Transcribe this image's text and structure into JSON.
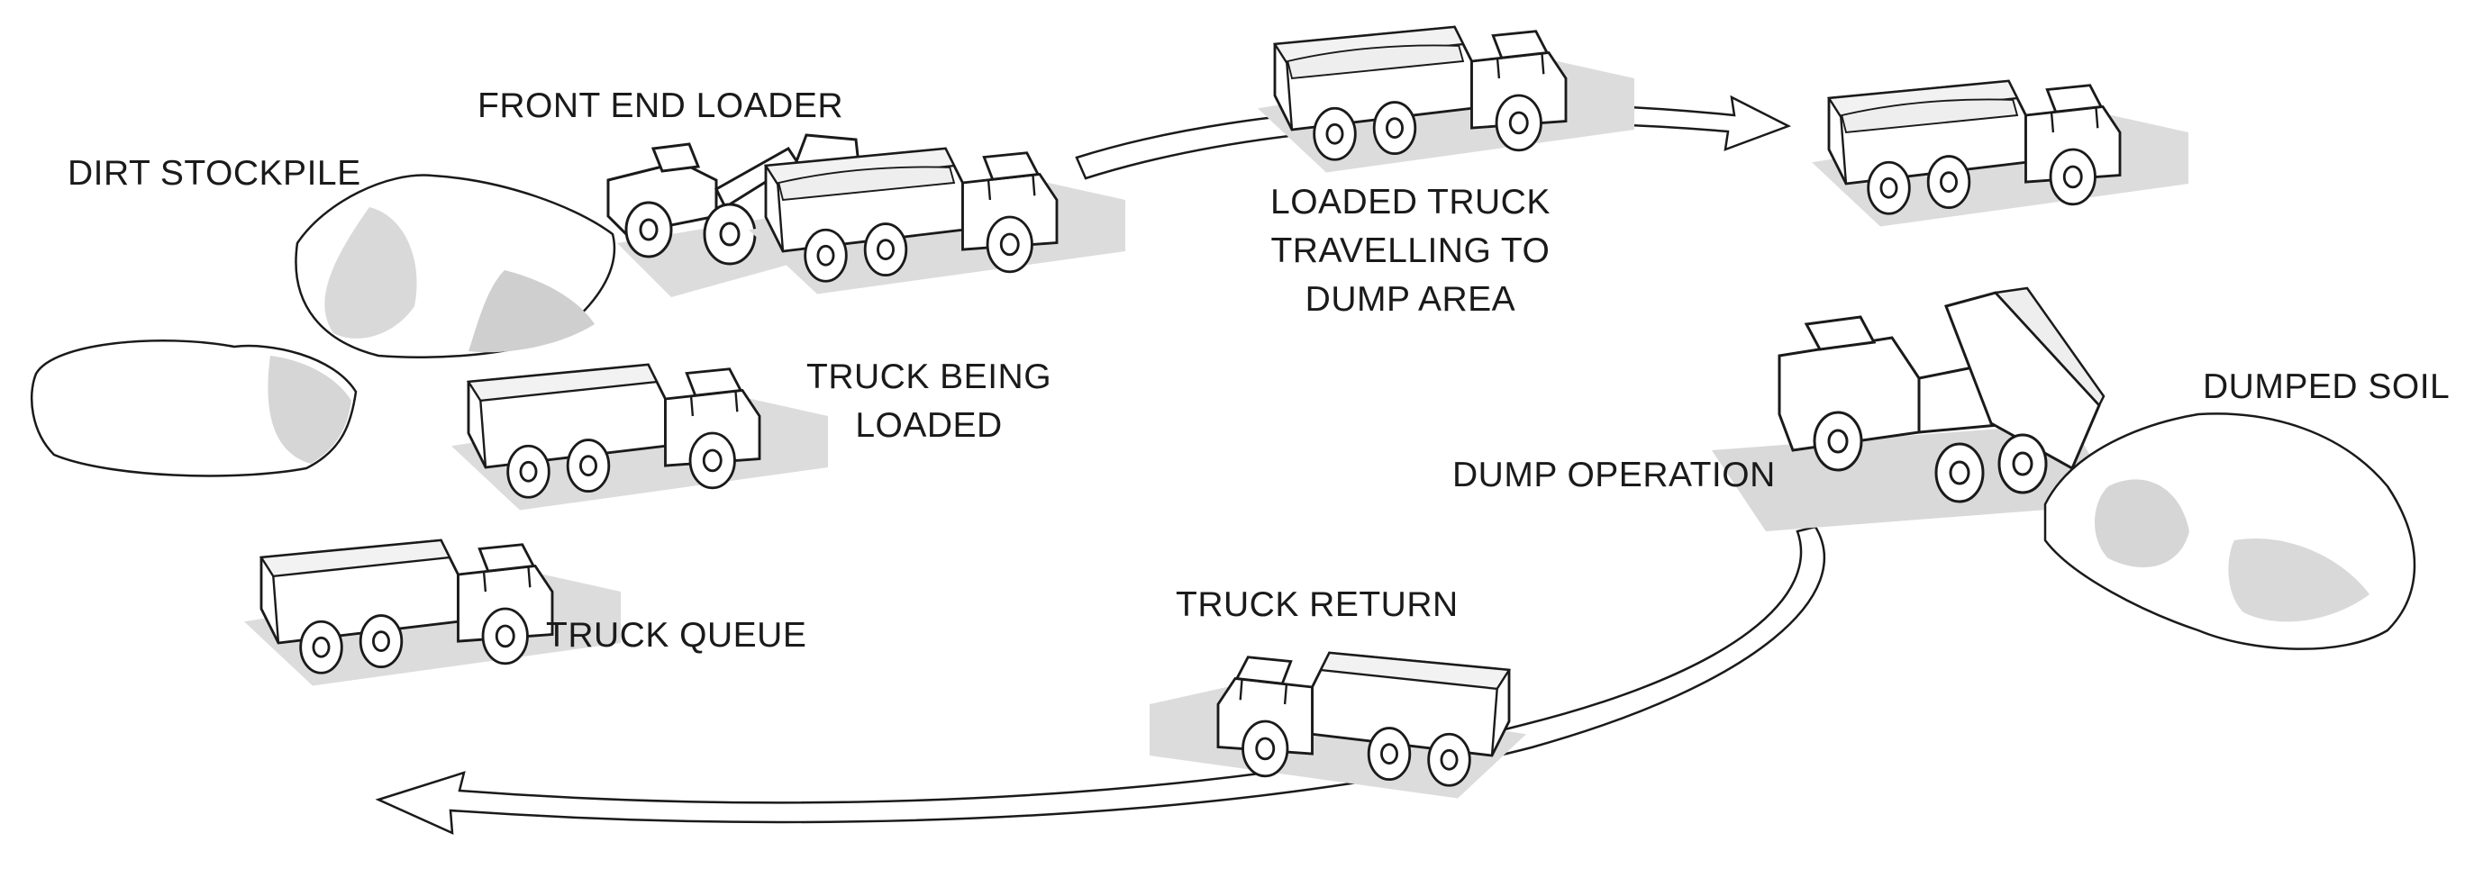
{
  "labels": {
    "front_end_loader": "FRONT END LOADER",
    "dirt_stockpile": "DIRT STOCKPILE",
    "loaded_truck": [
      "LOADED TRUCK",
      "TRAVELLING TO",
      "DUMP AREA"
    ],
    "truck_being_loaded": [
      "TRUCK BEING",
      "LOADED"
    ],
    "dumped_soil": "DUMPED SOIL",
    "dump_operation": "DUMP OPERATION",
    "truck_queue": "TRUCK QUEUE",
    "truck_return": "TRUCK RETURN"
  },
  "colors": {
    "ink": "#1a1a1a",
    "shadow": "#d9d9d9",
    "fill": "#ffffff",
    "dark_shadow": "#bdbdbd"
  }
}
